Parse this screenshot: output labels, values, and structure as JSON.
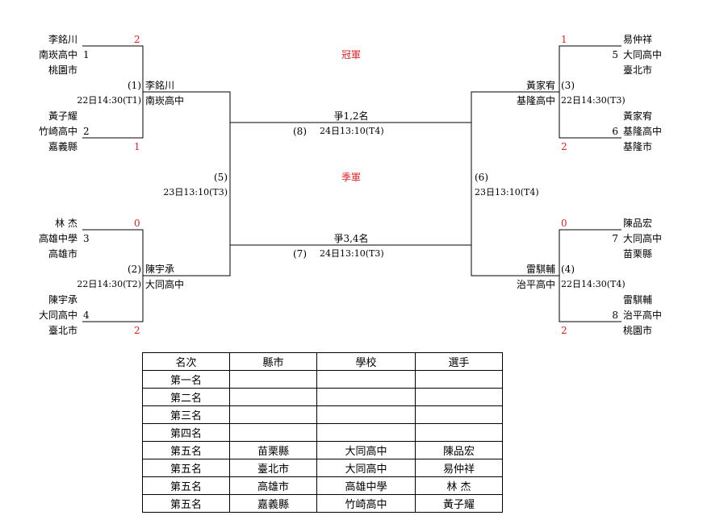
{
  "bracket": {
    "slots": {
      "s1": {
        "name": "李銘川",
        "school": "南崁高中",
        "seed": "1",
        "city": "桃園市",
        "score": "2"
      },
      "s2": {
        "name": "黃子耀",
        "school": "竹崎高中",
        "seed": "2",
        "city": "嘉義縣",
        "score": "1"
      },
      "s3": {
        "name": "林 杰",
        "school": "高雄中學",
        "seed": "3",
        "city": "高雄市",
        "score": "0"
      },
      "s4": {
        "name": "陳宇承",
        "school": "大同高中",
        "seed": "4",
        "city": "臺北市",
        "score": "2"
      },
      "s5": {
        "name": "易仲祥",
        "school": "大同高中",
        "seed": "5",
        "city": "臺北市",
        "score": "1"
      },
      "s6": {
        "name": "黃家宥",
        "school": "基隆高中",
        "seed": "6",
        "city": "基隆市",
        "score": "2"
      },
      "s7": {
        "name": "陳品宏",
        "school": "大同高中",
        "seed": "7",
        "city": "苗栗縣",
        "score": "0"
      },
      "s8": {
        "name": "雷騏輔",
        "school": "治平高中",
        "seed": "8",
        "city": "桃園市",
        "score": "2"
      }
    },
    "matches": {
      "m1": {
        "num": "(1)",
        "time": "22日14:30(T1)",
        "winner_name": "李銘川",
        "winner_school": "南崁高中"
      },
      "m2": {
        "num": "(2)",
        "time": "22日14:30(T2)",
        "winner_name": "陳宇承",
        "winner_school": "大同高中"
      },
      "m3": {
        "num": "(3)",
        "time": "22日14:30(T3)",
        "winner_name": "黃家宥",
        "winner_school": "基隆高中"
      },
      "m4": {
        "num": "(4)",
        "time": "22日14:30(T4)",
        "winner_name": "雷騏輔",
        "winner_school": "治平高中"
      },
      "m5": {
        "num": "(5)",
        "time": "23日13:10(T3)"
      },
      "m6": {
        "num": "(6)",
        "time": "23日13:10(T4)"
      },
      "m7": {
        "num": "(7)",
        "time": "24日13:10(T3)",
        "label": "爭3,4名"
      },
      "m8": {
        "num": "(8)",
        "time": "24日13:10(T4)",
        "label": "爭1,2名"
      }
    },
    "champion_label": "冠軍",
    "third_label": "季軍"
  },
  "results": {
    "headers": [
      "名次",
      "縣市",
      "學校",
      "選手"
    ],
    "rows": [
      [
        "第一名",
        "",
        "",
        ""
      ],
      [
        "第二名",
        "",
        "",
        ""
      ],
      [
        "第三名",
        "",
        "",
        ""
      ],
      [
        "第四名",
        "",
        "",
        ""
      ],
      [
        "第五名",
        "苗栗縣",
        "大同高中",
        "陳品宏"
      ],
      [
        "第五名",
        "臺北市",
        "大同高中",
        "易仲祥"
      ],
      [
        "第五名",
        "高雄市",
        "高雄中學",
        "林 杰"
      ],
      [
        "第五名",
        "嘉義縣",
        "竹崎高中",
        "黃子耀"
      ]
    ]
  },
  "colors": {
    "line": "#000000",
    "score": "#e02020",
    "title": "#e02020"
  }
}
